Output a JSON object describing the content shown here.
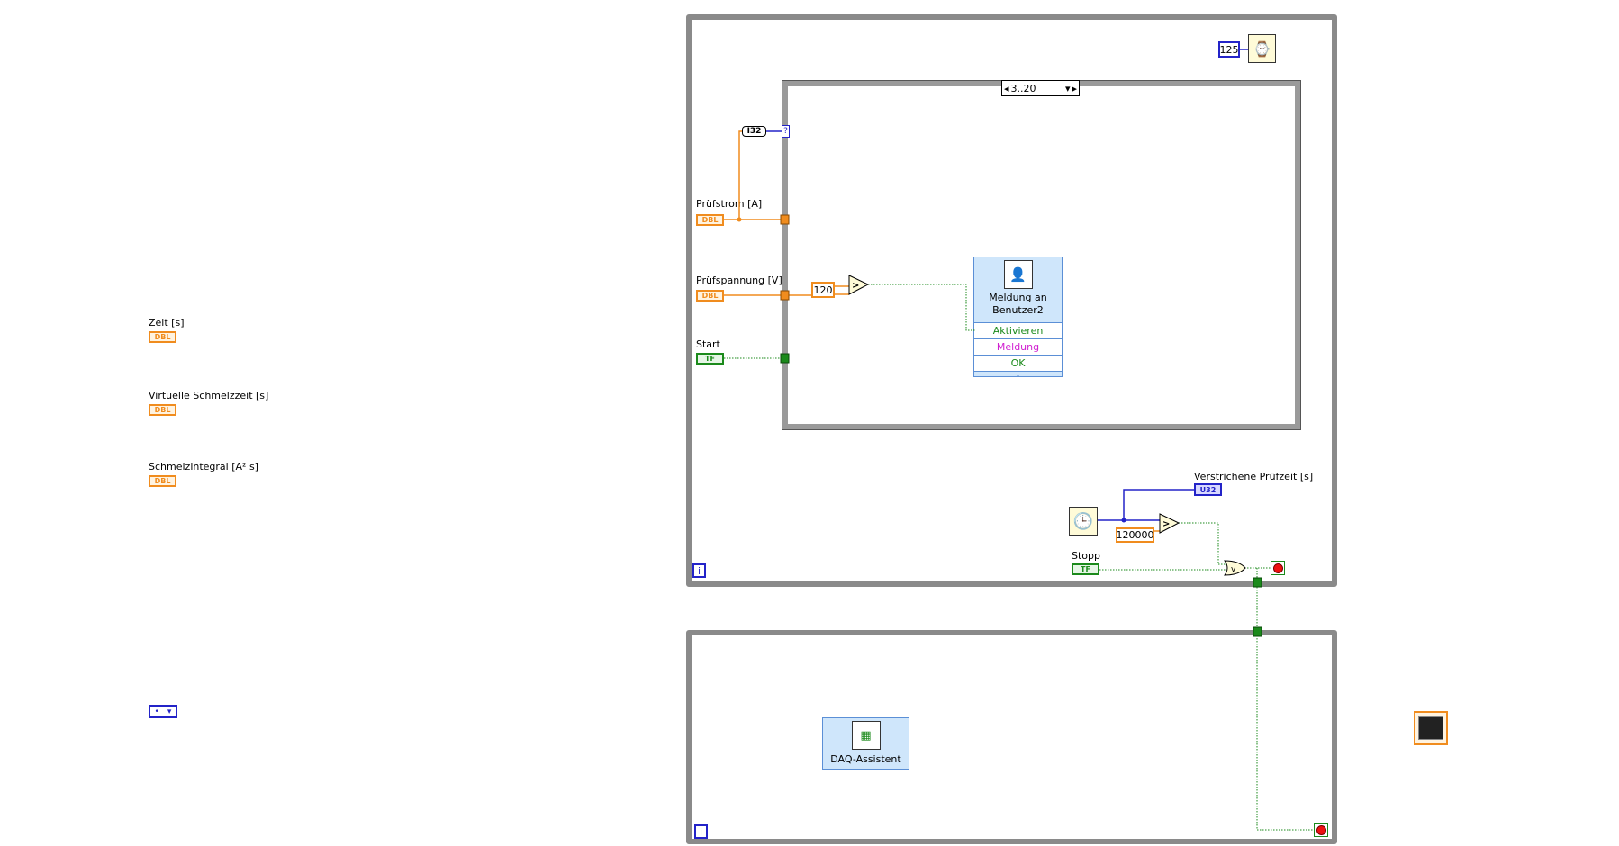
{
  "left_indicators": [
    {
      "label": "Zeit [s]",
      "type": "DBL"
    },
    {
      "label": "Virtuelle Schmelzzeit [s]",
      "type": "DBL"
    },
    {
      "label": "Schmelzintegral [A² s]",
      "type": "DBL"
    }
  ],
  "loop1": {
    "iteration": "i",
    "wait_constant": "125",
    "case_selector": "3..20",
    "conversion": "I32",
    "case_terminal": "?",
    "controls": [
      {
        "label": "Prüfstrom [A]",
        "type": "DBL"
      },
      {
        "label": "Prüfspannung [V]",
        "type": "DBL"
      },
      {
        "label": "Start",
        "type": "TF"
      }
    ],
    "voltage_constant": "120",
    "compare_symbol": ">",
    "message_vi": {
      "title": "Meldung an Benutzer2",
      "inputs": [
        "Aktivieren",
        "Meldung",
        "OK"
      ]
    },
    "elapsed_label": "Verstrichene Prüfzeit [s]",
    "elapsed_type": "U32",
    "time_constant": "120000",
    "stop_label": "Stopp",
    "stop_type": "TF",
    "or_symbol": "∨"
  },
  "loop2": {
    "iteration": "i",
    "daq_label": "DAQ-Assistent"
  },
  "colors": {
    "orange": "#f08c1e",
    "green": "#1b8a1b",
    "blue": "#2323c8",
    "frame": "#8a8a8a"
  }
}
